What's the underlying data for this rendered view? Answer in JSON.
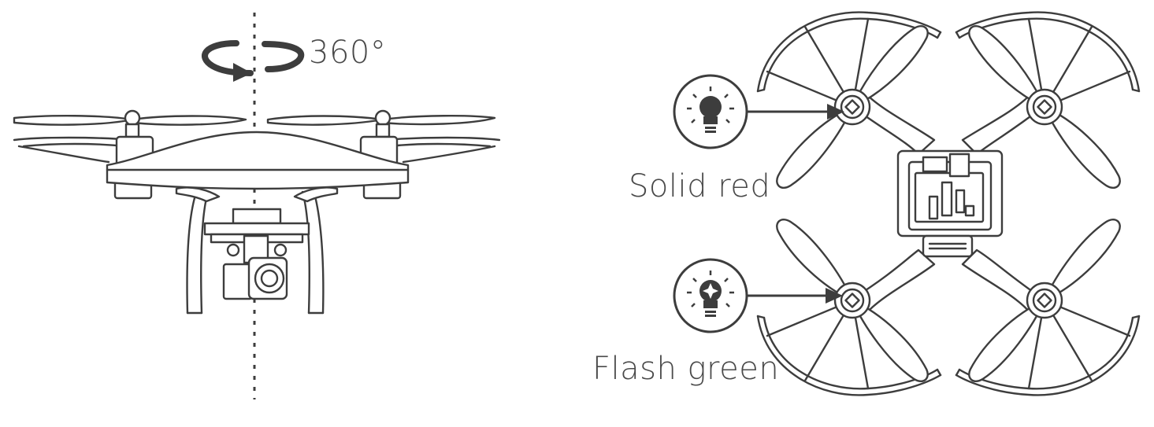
{
  "rotation": {
    "label": "360°"
  },
  "indicators": [
    {
      "label": "Solid red",
      "icon": "solid-light-icon"
    },
    {
      "label": "Flash green",
      "icon": "flash-light-icon"
    }
  ],
  "colors": {
    "line": "#3d3d3d",
    "text": "#4a4a4a",
    "background": "#ffffff"
  }
}
